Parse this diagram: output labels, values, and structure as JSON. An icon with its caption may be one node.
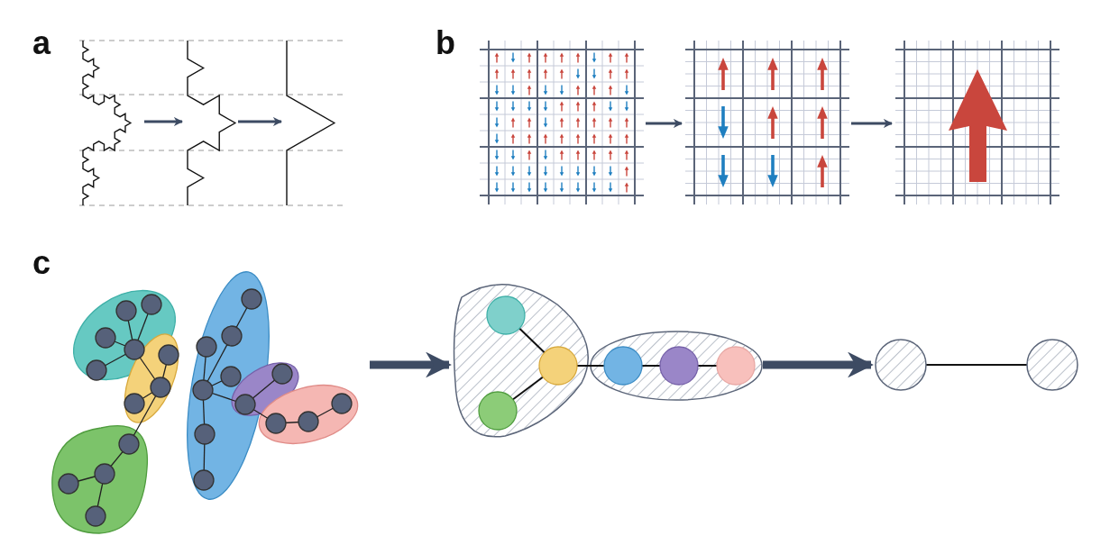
{
  "diagram": {
    "nodes": [
      {
        "text": [],
        "shape": "picture"
      },
      {
        "text": [],
        "shape": "picture"
      },
      {
        "text": [],
        "shape": "picture"
      },
      {
        "text": [],
        "shape": "picture"
      },
      {
        "text": [],
        "shape": "picture"
      },
      {
        "text": [],
        "shape": "picture"
      },
      {
        "text": [],
        "shape": "picture"
      },
      {
        "text": [],
        "shape": "picture"
      },
      {
        "text": [],
        "shape": "picture"
      }
    ],
    "edges": [
      {
        "from": 0,
        "to": 1,
        "arrow": "to"
      },
      {
        "from": 1,
        "to": 2,
        "arrow": "to"
      },
      {
        "from": 3,
        "to": 4,
        "arrow": "to"
      },
      {
        "from": 4,
        "to": 5,
        "arrow": "to"
      },
      {
        "from": 6,
        "to": 7,
        "arrow": "to",
        "style": "thick"
      },
      {
        "from": 7,
        "to": 8,
        "arrow": "to",
        "style": "thick"
      }
    ],
    "labels": [
      "a",
      "b",
      "c"
    ]
  }
}
